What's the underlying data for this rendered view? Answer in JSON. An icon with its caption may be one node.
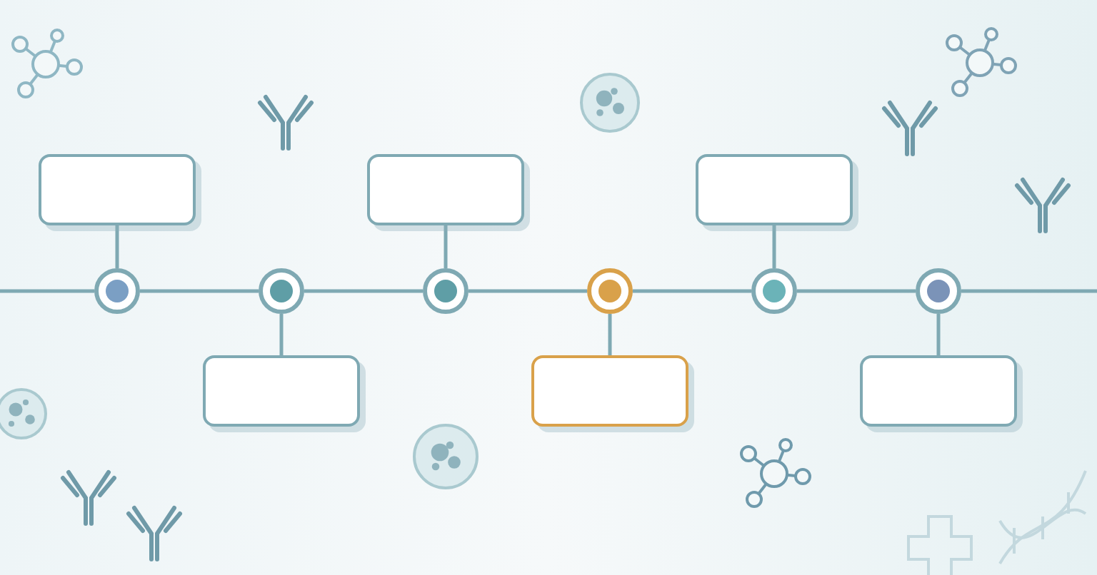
{
  "diagram": {
    "nodes": [
      {
        "text": [],
        "shape": "box"
      },
      {
        "text": [],
        "shape": "circle"
      },
      {
        "text": [],
        "shape": "circle"
      },
      {
        "text": [],
        "shape": "box"
      },
      {
        "text": [],
        "shape": "box"
      },
      {
        "text": [],
        "shape": "circle"
      },
      {
        "text": [],
        "shape": "circle"
      },
      {
        "text": [],
        "shape": "box"
      },
      {
        "text": [],
        "shape": "box"
      },
      {
        "text": [],
        "shape": "circle"
      },
      {
        "text": [],
        "shape": "circle"
      },
      {
        "text": [],
        "shape": "box"
      }
    ],
    "edges": [
      {
        "from": null,
        "to": 1,
        "arrow": "none"
      },
      {
        "from": 1,
        "to": 2,
        "arrow": "none"
      },
      {
        "from": 2,
        "to": 5,
        "arrow": "none"
      },
      {
        "from": 5,
        "to": 6,
        "arrow": "none"
      },
      {
        "from": 6,
        "to": 9,
        "arrow": "none"
      },
      {
        "from": 9,
        "to": 10,
        "arrow": "none"
      },
      {
        "from": 10,
        "to": null,
        "arrow": "none"
      },
      {
        "from": 0,
        "to": 1,
        "arrow": "none"
      },
      {
        "from": 2,
        "to": 3,
        "arrow": "none"
      },
      {
        "from": 4,
        "to": 5,
        "arrow": "none"
      },
      {
        "from": 6,
        "to": 7,
        "arrow": "none"
      },
      {
        "from": 8,
        "to": 9,
        "arrow": "none"
      },
      {
        "from": 10,
        "to": 11,
        "arrow": "none"
      }
    ]
  }
}
